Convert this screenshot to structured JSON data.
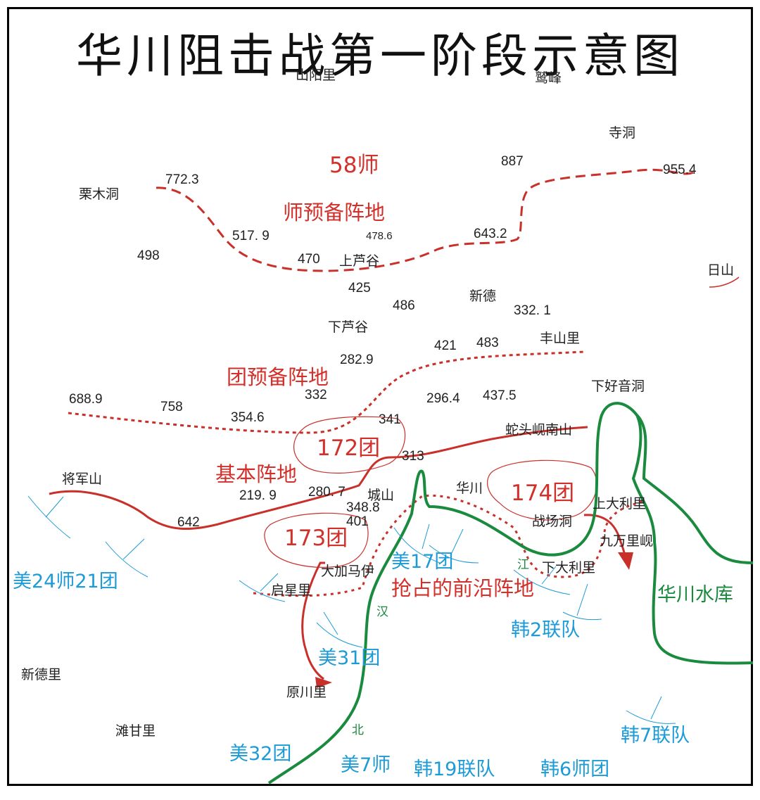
{
  "title": "华川阻击战第一阶段示意图",
  "places": {
    "shanyangli": "山阳里",
    "lufeng": "鹫峰",
    "sidong": "寺洞",
    "limudong": "栗木洞",
    "shanglugu": "上芦谷",
    "xiade": "新德",
    "xialugu": "下芦谷",
    "fengshanli": "丰山里",
    "xiahaoyindong": "下好音洞",
    "sheshan": "蛇头岘南山",
    "jiangjunshan": "将军山",
    "chengshan": "城山",
    "huachuan": "华川",
    "shangdalili": "上大利里",
    "zhanchangdong": "战场洞",
    "jiuwanli": "九万里岘",
    "xiadalili": "下大利里",
    "dajiamayi": "大加马伊",
    "qixingli": "启星里",
    "xindeli": "新德里",
    "yuanchuanli": "原川里",
    "tanganli": "滩甘里",
    "rishan": "日山"
  },
  "elevations": {
    "e7723": "772.3",
    "e887": "887",
    "e9554": "955.4",
    "e5179": "517. 9",
    "e4786": "478.6",
    "e6432": "643.2",
    "e498": "498",
    "e470": "470",
    "e425": "425",
    "e486": "486",
    "e3321": "332. 1",
    "e421": "421",
    "e483": "483",
    "e2829": "282.9",
    "e6889": "688.9",
    "e758": "758",
    "e332": "332",
    "e2964": "296.4",
    "e4375": "437.5",
    "e3546": "354.6",
    "e341": "341",
    "e313": "313",
    "e2199": "219. 9",
    "e2807": "280. 7",
    "e3488": "348.8",
    "e401": "401",
    "e642": "642"
  },
  "red_labels": {
    "div58": "58师",
    "div_reserve": "师预备阵地",
    "reg_reserve": "团预备阵地",
    "reg172": "172团",
    "basic": "基本阵地",
    "reg174": "174团",
    "reg173": "173团",
    "forward": "抢占的前沿阵地"
  },
  "enemy_labels": {
    "us24_21": "美24师21团",
    "us17": "美17团",
    "rok2": "韩2联队",
    "us31": "美31团",
    "rok7": "韩7联队",
    "us32": "美32团",
    "us7": "美7师",
    "rok19": "韩19联队",
    "rok6": "韩6师团"
  },
  "water": {
    "reservoir": "华川水库",
    "river_han": "汉",
    "river_jiang": "江",
    "river_bei": "北"
  },
  "colors": {
    "border": "#000000",
    "friendly_red": "#d2302a",
    "enemy_blue": "#1d9bd6",
    "river_green": "#1a8a3e",
    "background": "#ffffff"
  }
}
